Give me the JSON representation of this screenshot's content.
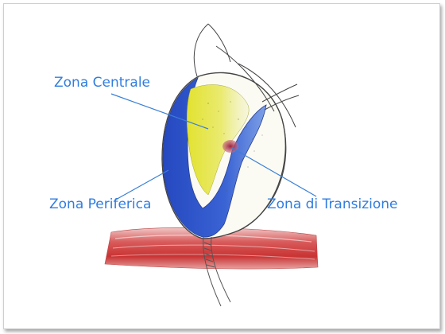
{
  "labels": {
    "central_zone": "Zona Centrale",
    "peripheral_zone": "Zona Periferica",
    "transition_zone": "Zona di Transizione"
  },
  "colors": {
    "label_text": "#2f7de0",
    "leader_line": "#3a7fd6",
    "peripheral_zone_fill": "#2f55c8",
    "central_zone_fill": "#e8e84a",
    "transition_zone_fill": "#b0304a",
    "muscle_fill": "#c93a3a",
    "outline": "#444444"
  }
}
